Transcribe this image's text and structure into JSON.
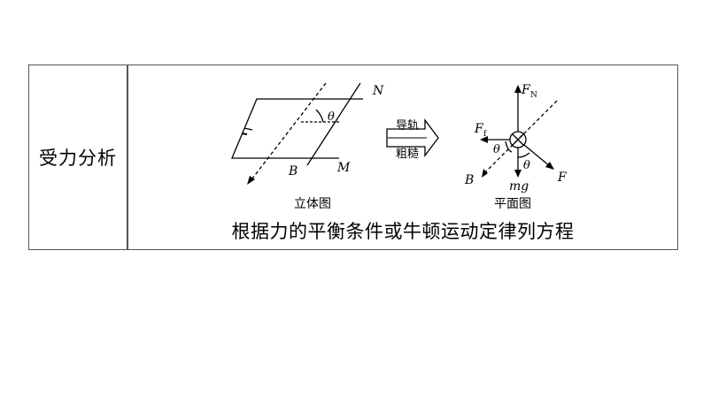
{
  "row": {
    "label": "受力分析",
    "conclusion": "根据力的平衡条件或牛顿运动定律列方程"
  },
  "left_figure": {
    "caption": "立体图",
    "label_N": "N",
    "label_M": "M",
    "label_B": "B",
    "label_theta": "θ"
  },
  "transition": {
    "line1": "导轨",
    "line2": "粗糙"
  },
  "right_figure": {
    "caption": "平面图",
    "label_FN": "F",
    "label_FN_sub": "N",
    "label_Ff": "F",
    "label_Ff_sub": "f",
    "label_theta_left": "θ",
    "label_theta_right": "θ",
    "label_mg": "mg",
    "label_F": "F",
    "label_B": "B"
  }
}
